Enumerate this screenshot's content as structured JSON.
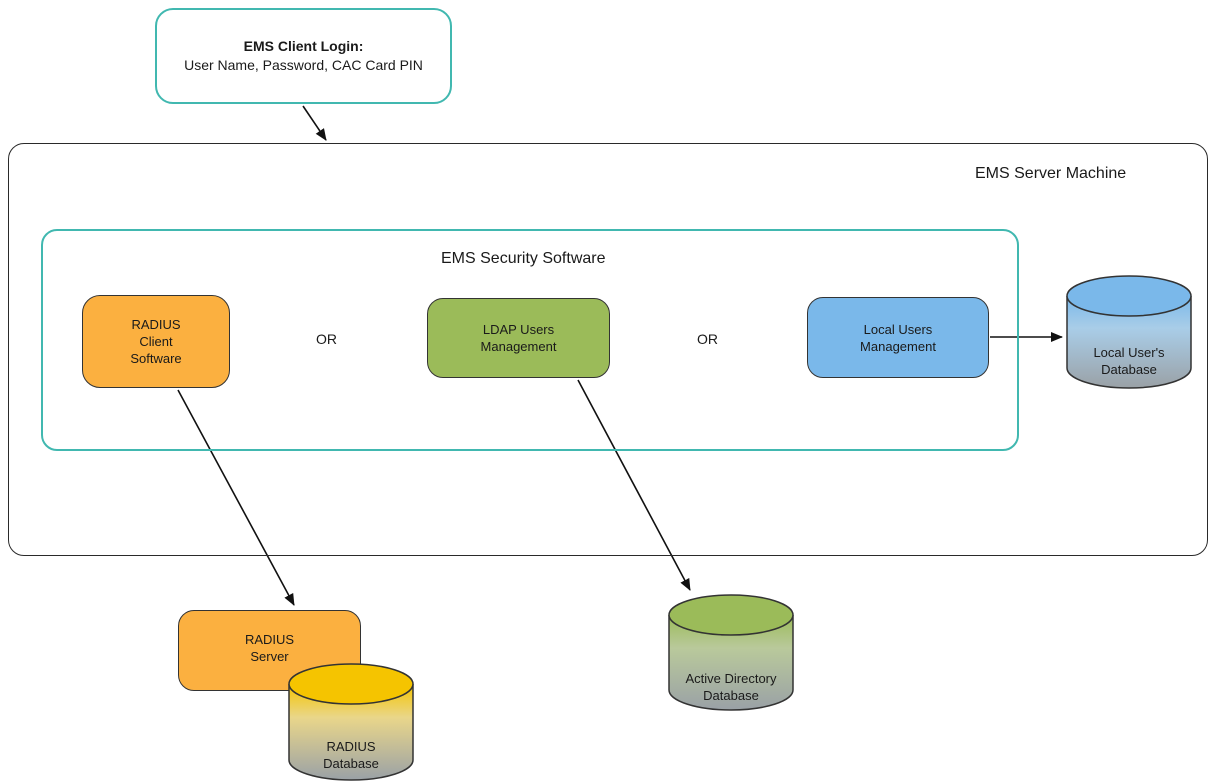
{
  "login": {
    "title": "EMS Client Login:",
    "subtitle": "User Name, Password, CAC Card PIN"
  },
  "server_machine": {
    "label": "EMS Server Machine"
  },
  "security_software": {
    "label": "EMS Security Software"
  },
  "nodes": {
    "radius_client": {
      "line1": "RADIUS",
      "line2": "Client",
      "line3": "Software",
      "color": "#fbb040"
    },
    "ldap": {
      "line1": "LDAP Users",
      "line2": "Management",
      "color": "#9bbb59"
    },
    "local": {
      "line1": "Local Users",
      "line2": "Management",
      "color": "#7ab8ea"
    },
    "radius_server": {
      "line1": "RADIUS",
      "line2": "Server",
      "color": "#fbb040"
    }
  },
  "or_labels": [
    "OR",
    "OR"
  ],
  "databases": {
    "local_users": {
      "line1": "Local User's",
      "line2": "Database",
      "color": "#7ab8ea"
    },
    "active_directory": {
      "line1": "Active Directory",
      "line2": "Database",
      "color": "#9bbb59"
    },
    "radius": {
      "line1": "RADIUS",
      "line2": "Database",
      "color": "#f5c400"
    }
  }
}
